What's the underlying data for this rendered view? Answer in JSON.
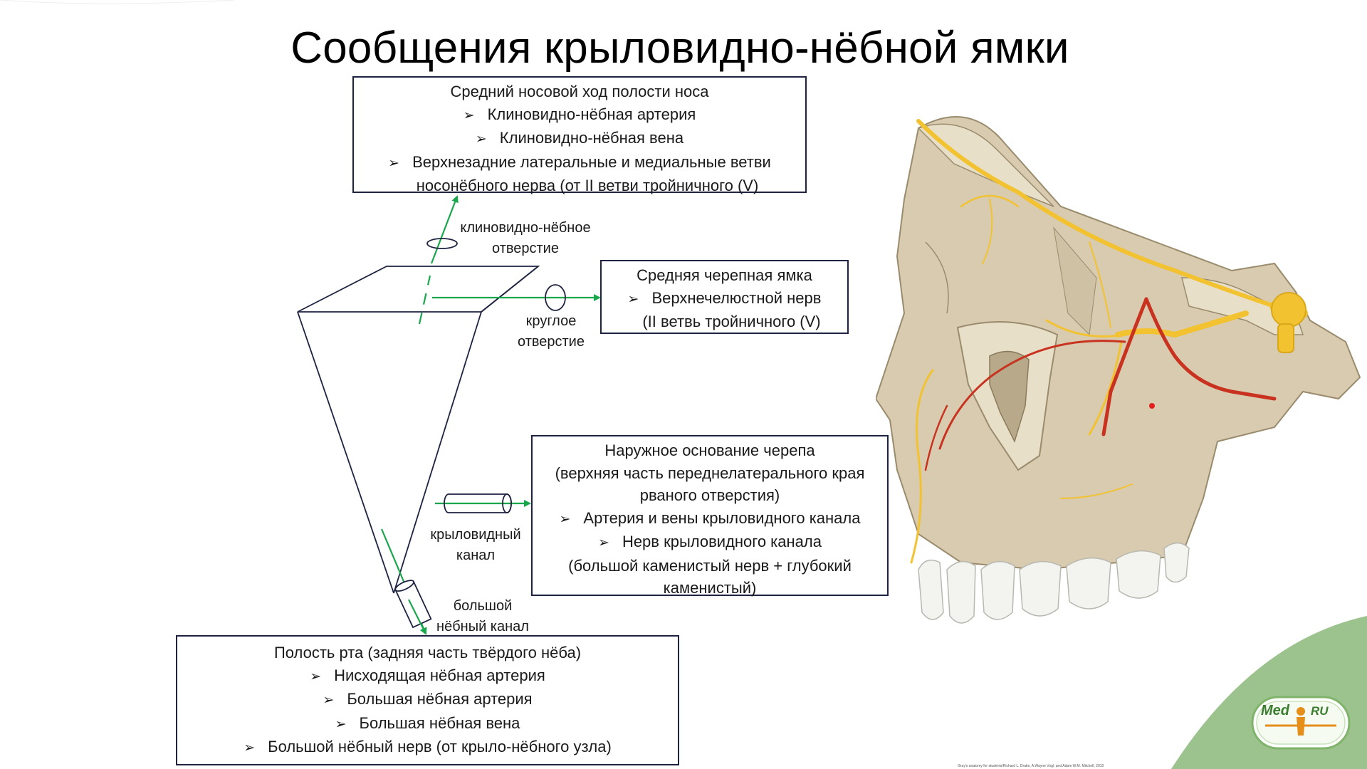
{
  "title": "Сообщения крыловидно-нёбной ямки",
  "box_nasal": {
    "heading": "Средний носовой ход полости носа",
    "items": [
      "Клиновидно-нёбная артерия",
      "Клиновидно-нёбная вена",
      "Верхнезадние латеральные и медиальные ветви"
    ],
    "item_cont": "носонёбного нерва (от II ветви тройничного (V)"
  },
  "box_cranial": {
    "heading": "Средняя черепная ямка",
    "items": [
      "Верхнечелюстной нерв"
    ],
    "item_cont": "(II ветвь тройничного (V)"
  },
  "box_skull_base": {
    "heading_lines": [
      "Наружное основание черепа",
      "(верхняя часть переднелатерального края",
      "рваного отверстия)"
    ],
    "items": [
      "Артерия и вены крыловидного канала",
      "Нерв крыловидного канала"
    ],
    "item_cont": [
      "(большой каменистый нерв + глубокий",
      "каменистый)"
    ]
  },
  "box_oral": {
    "heading": "Полость рта (задняя часть твёрдого нёба)",
    "items": [
      "Нисходящая нёбная артерия",
      "Большая нёбная артерия",
      "Большая нёбная вена",
      "Большой нёбный нерв (от крыло-нёбного узла)"
    ]
  },
  "labels": {
    "sphenopalatine": [
      "клиновидно-нёбное",
      "отверстие"
    ],
    "rotundum": [
      "круглое",
      "отверстие"
    ],
    "pterygoid": [
      "крыловидный",
      "канал"
    ],
    "greater_palatine": [
      "большой",
      "нёбный канал"
    ]
  },
  "bullet_glyph": "➢",
  "logo": {
    "left": "Med",
    "right": "RU"
  },
  "credit": "Gray's anatomy for students/Richard L. Drake, A.Wayne Vogl, and Adam W.M. Mitchell, 2010",
  "colors": {
    "arrow": "#1aa64b",
    "outline": "#1d2340",
    "bone": "#d8cbb0",
    "nerve": "#f2c230",
    "artery": "#c8321f",
    "corner_green": "#8bb87a"
  }
}
